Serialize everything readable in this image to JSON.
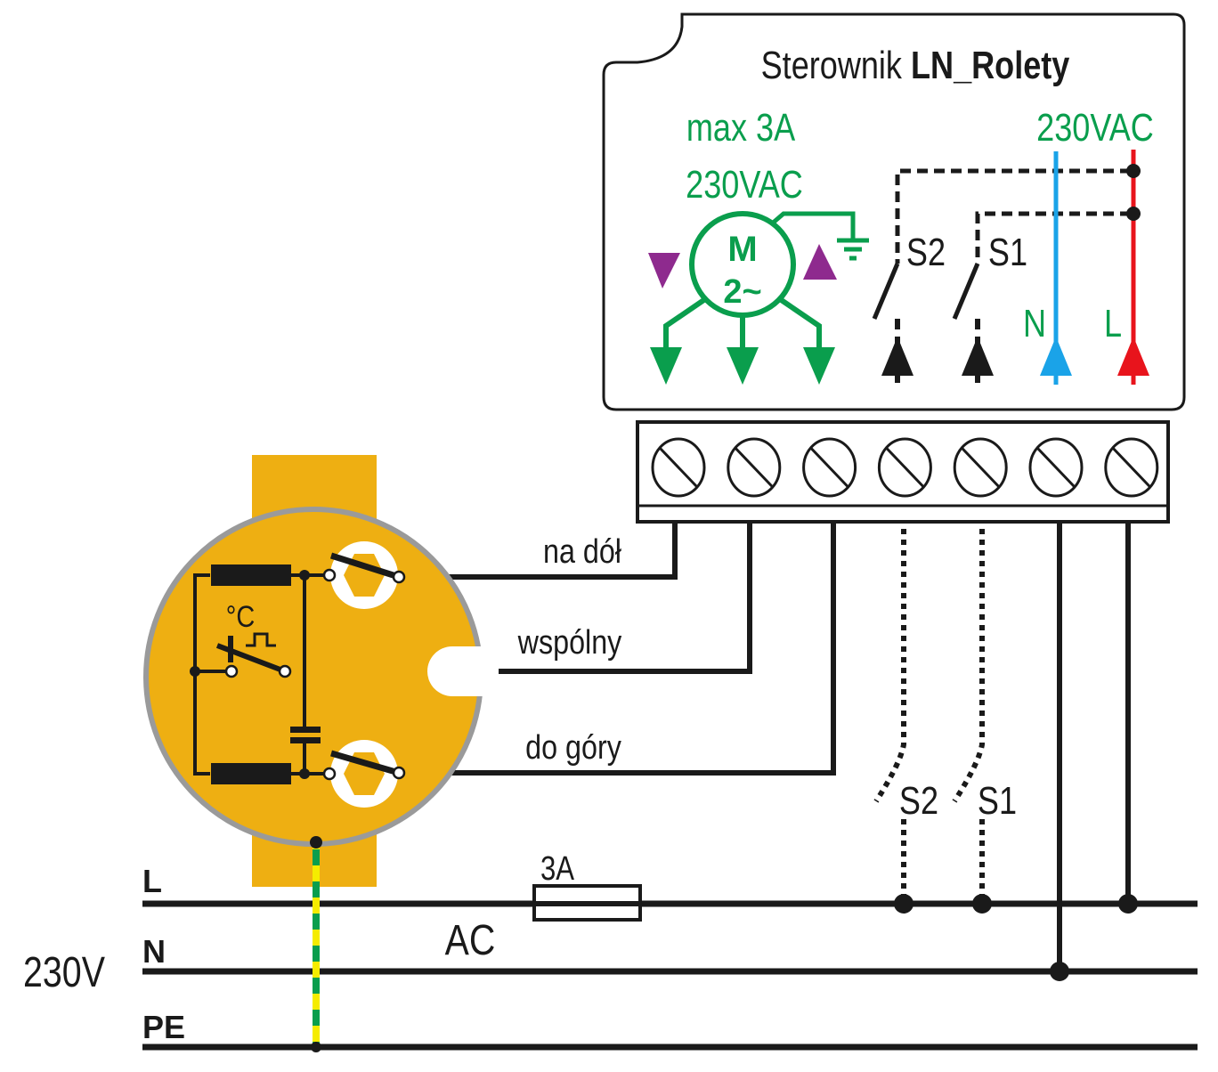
{
  "title": {
    "prefix": "Sterownik",
    "name": "LN_Rolety"
  },
  "controller": {
    "motor_spec_line1": "max 3A",
    "motor_spec_line2": "230VAC",
    "supply_label": "230VAC",
    "motor_symbol_top": "M",
    "motor_symbol_bottom": "2~",
    "switch_labels": [
      "S2",
      "S1"
    ],
    "line_labels": [
      "N",
      "L"
    ],
    "terminal_count": 7
  },
  "wires": {
    "down": "na dół",
    "common": "wspólny",
    "up": "do góry"
  },
  "motor": {
    "thermal_label": "°C"
  },
  "external_switches": [
    "S2",
    "S1"
  ],
  "mains": {
    "voltage": "230V",
    "type": "AC",
    "fuse": "3A",
    "lines": [
      "L",
      "N",
      "PE"
    ]
  },
  "colors": {
    "green": "#0a9e4d",
    "purple": "#8e2a8e",
    "blue": "#1aa3e8",
    "red": "#e8141c",
    "motor_body": "#eeaf12",
    "motor_rim": "#9a9a9a",
    "wire": "#1a1a1a",
    "pe_yellow": "#f5ec00"
  }
}
